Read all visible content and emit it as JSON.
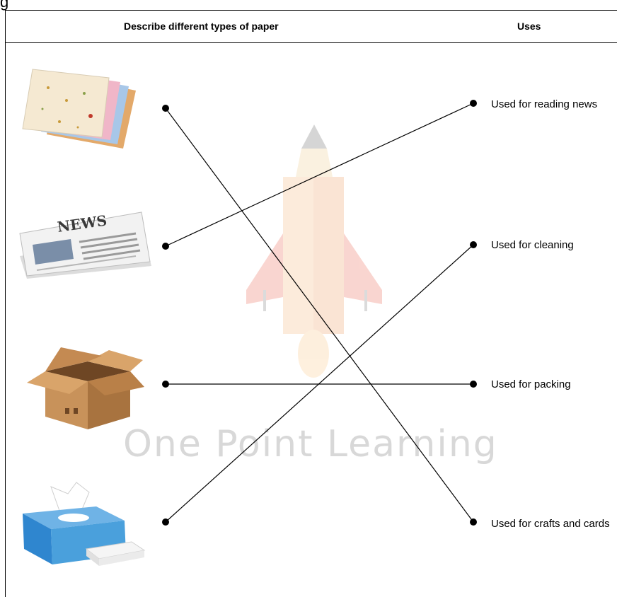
{
  "page": {
    "title_fragment": "g"
  },
  "table": {
    "header_left": "Describe different types of paper",
    "header_right": "Uses"
  },
  "items": [
    {
      "name": "craft-paper-image",
      "icon": "colored-paper-sheets"
    },
    {
      "name": "newspaper-image",
      "icon": "newspaper"
    },
    {
      "name": "cardboard-box-image",
      "icon": "cardboard-box"
    },
    {
      "name": "tissue-box-image",
      "icon": "tissue-box"
    }
  ],
  "uses": [
    "Used for reading news",
    "Used for cleaning",
    "Used for packing",
    "Used for crafts and cards"
  ],
  "connections": [
    {
      "from": 0,
      "to": 3
    },
    {
      "from": 1,
      "to": 0
    },
    {
      "from": 2,
      "to": 2
    },
    {
      "from": 3,
      "to": 1
    }
  ],
  "watermark": {
    "text": "One Point Learning",
    "icon": "pencil-rocket"
  }
}
